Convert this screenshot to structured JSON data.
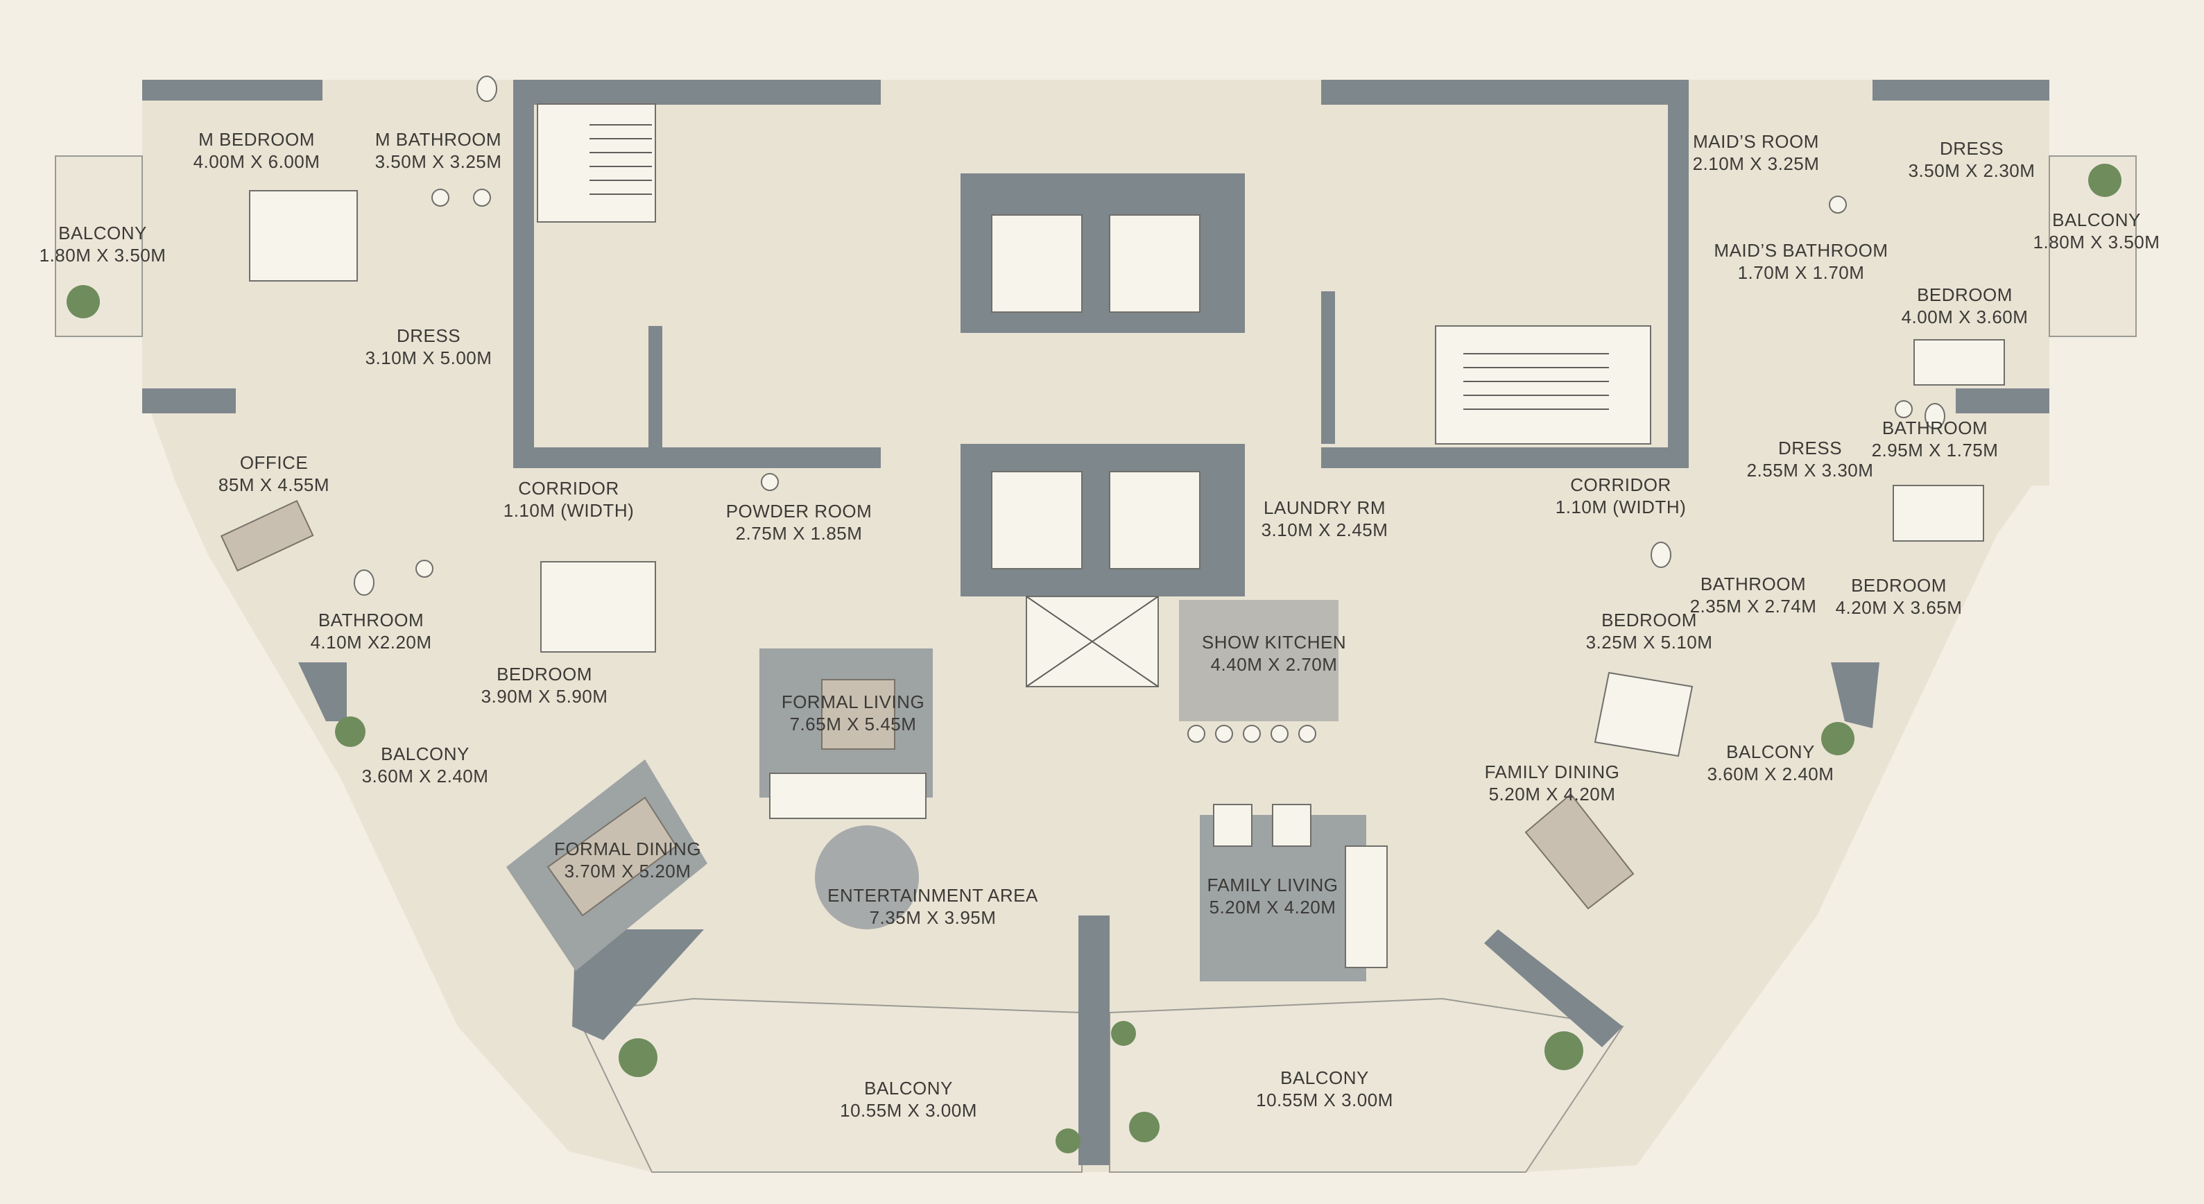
{
  "rooms": [
    {
      "id": "m-bedroom",
      "name": "M BEDROOM",
      "size": "4.00M X 6.00M"
    },
    {
      "id": "m-bathroom",
      "name": "M BATHROOM",
      "size": "3.50M X 3.25M"
    },
    {
      "id": "balcony-left",
      "name": "BALCONY",
      "size": "1.80M X 3.50M"
    },
    {
      "id": "dress-left",
      "name": "DRESS",
      "size": "3.10M X 5.00M"
    },
    {
      "id": "office",
      "name": "OFFICE",
      "size": "85M X 4.55M"
    },
    {
      "id": "corridor-left",
      "name": "CORRIDOR",
      "size": "1.10M (WIDTH)"
    },
    {
      "id": "powder-room",
      "name": "POWDER ROOM",
      "size": "2.75M X 1.85M"
    },
    {
      "id": "bathroom-left",
      "name": "BATHROOM",
      "size": "4.10M X2.20M"
    },
    {
      "id": "bedroom-left",
      "name": "BEDROOM",
      "size": "3.90M X 5.90M"
    },
    {
      "id": "balcony-left-lower",
      "name": "BALCONY",
      "size": "3.60M X 2.40M"
    },
    {
      "id": "formal-living",
      "name": "FORMAL LIVING",
      "size": "7.65M X 5.45M"
    },
    {
      "id": "formal-dining",
      "name": "FORMAL DINING",
      "size": "3.70M X 5.20M"
    },
    {
      "id": "entertainment-area",
      "name": "ENTERTAINMENT AREA",
      "size": "7.35M X 3.95M"
    },
    {
      "id": "balcony-bottom-left",
      "name": "BALCONY",
      "size": "10.55M X 3.00M"
    },
    {
      "id": "balcony-bottom-right",
      "name": "BALCONY",
      "size": "10.55M X 3.00M"
    },
    {
      "id": "family-living",
      "name": "FAMILY LIVING",
      "size": "5.20M X 4.20M"
    },
    {
      "id": "laundry-rm",
      "name": "LAUNDRY RM",
      "size": "3.10M X 2.45M"
    },
    {
      "id": "show-kitchen",
      "name": "SHOW KITCHEN",
      "size": "4.40M X 2.70M"
    },
    {
      "id": "family-dining",
      "name": "FAMILY DINING",
      "size": "5.20M X 4.20M"
    },
    {
      "id": "corridor-right",
      "name": "CORRIDOR",
      "size": "1.10M (WIDTH)"
    },
    {
      "id": "maids-room",
      "name": "MAID’S ROOM",
      "size": "2.10M X 3.25M"
    },
    {
      "id": "dress-right-top",
      "name": "DRESS",
      "size": "3.50M X 2.30M"
    },
    {
      "id": "balcony-right",
      "name": "BALCONY",
      "size": "1.80M X 3.50M"
    },
    {
      "id": "maids-bathroom",
      "name": "MAID’S BATHROOM",
      "size": "1.70M X 1.70M"
    },
    {
      "id": "bedroom-right-top",
      "name": "BEDROOM",
      "size": "4.00M X 3.60M"
    },
    {
      "id": "dress-right",
      "name": "DRESS",
      "size": "2.55M X 3.30M"
    },
    {
      "id": "bathroom-right-top",
      "name": "BATHROOM",
      "size": "2.95M X 1.75M"
    },
    {
      "id": "bedroom-right-mid",
      "name": "BEDROOM",
      "size": "4.20M X 3.65M"
    },
    {
      "id": "bathroom-right-mid",
      "name": "BATHROOM",
      "size": "2.35M X 2.74M"
    },
    {
      "id": "bedroom-right",
      "name": "BEDROOM",
      "size": "3.25M X 5.10M"
    },
    {
      "id": "balcony-right-lower",
      "name": "BALCONY",
      "size": "3.60M X 2.40M"
    }
  ],
  "colors": {
    "background": "#f4efe4",
    "floor": "#e9e3d4",
    "wall": "#7e878c",
    "rug": "#9ea3a4",
    "greenery": "#6f8c5c"
  },
  "icons": [
    "bed-icon",
    "sofa-icon",
    "dining-table-icon",
    "tree-icon",
    "toilet-icon",
    "sink-icon",
    "elevator-icon",
    "stair-icon"
  ]
}
